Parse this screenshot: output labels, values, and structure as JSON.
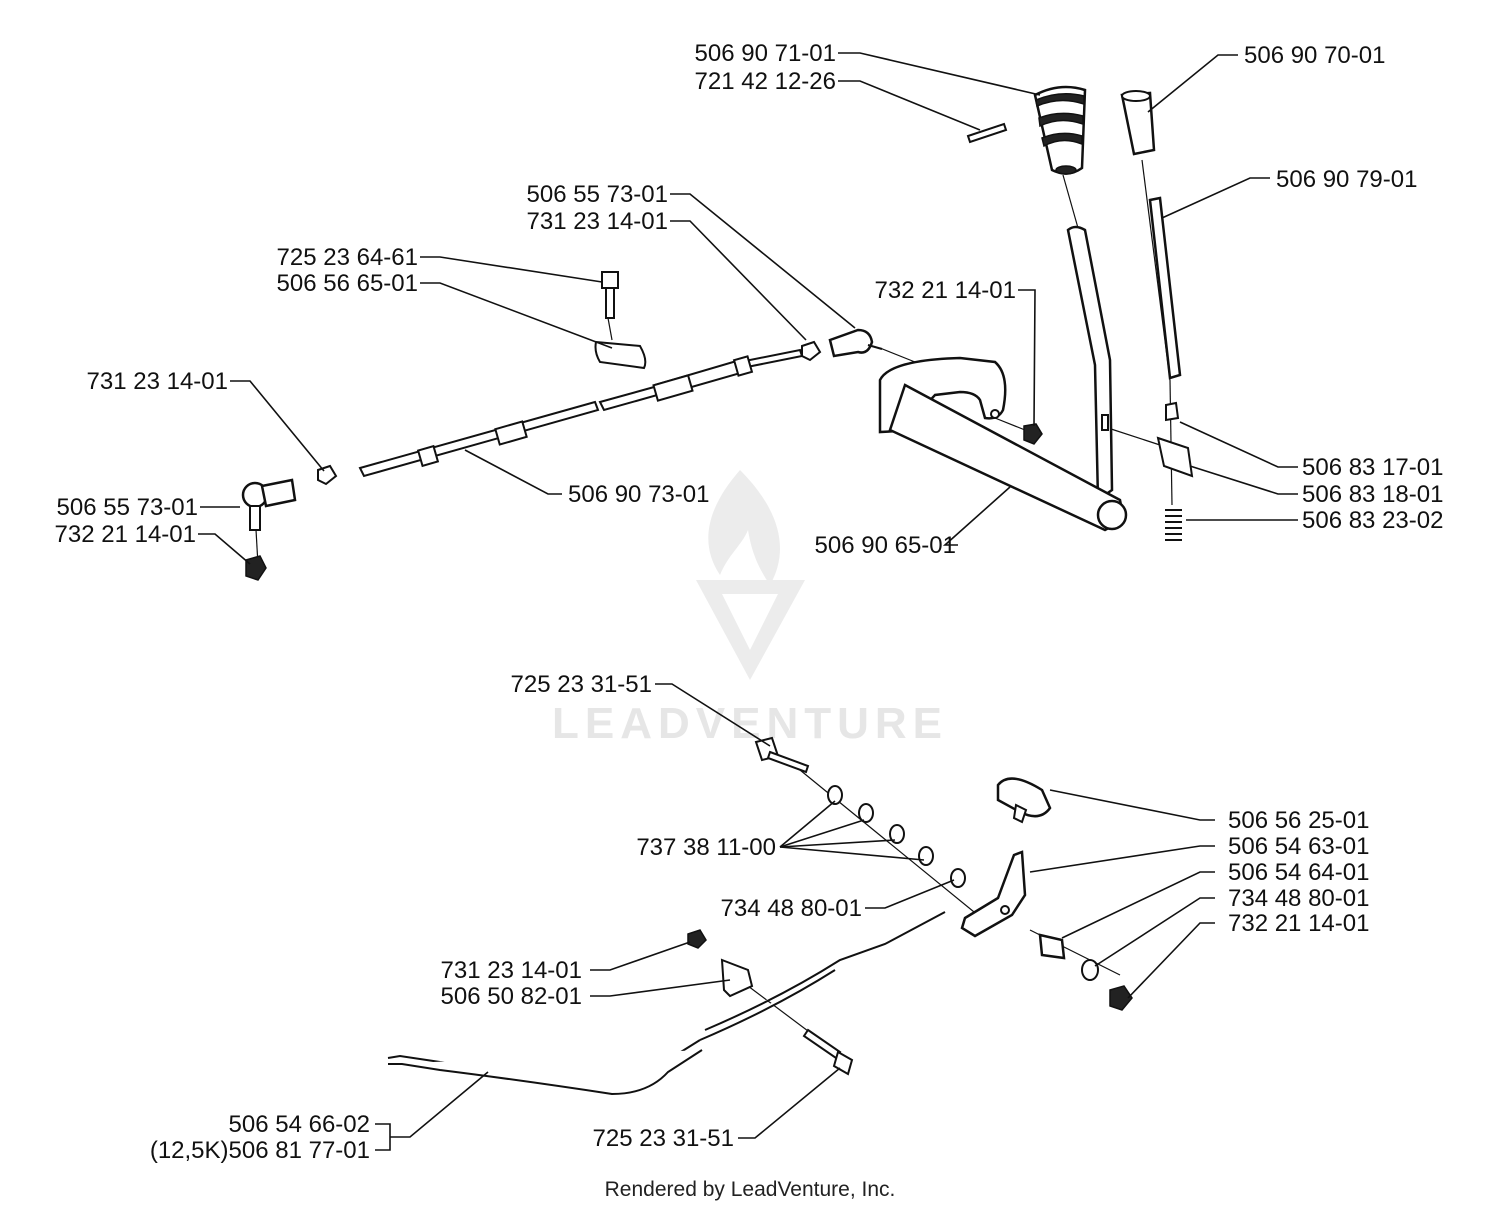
{
  "labels": {
    "l_506_90_71_01": "506 90 71-01",
    "l_721_42_12_26": "721 42 12-26",
    "l_506_90_70_01": "506 90 70-01",
    "l_506_90_79_01": "506 90 79-01",
    "l_506_55_73_01_top": "506 55 73-01",
    "l_731_23_14_01_top": "731 23 14-01",
    "l_725_23_64_61": "725 23 64-61",
    "l_506_56_65_01": "506 56 65-01",
    "l_732_21_14_01_top": "732 21 14-01",
    "l_731_23_14_01_left": "731 23 14-01",
    "l_506_55_73_01_left": "506 55 73-01",
    "l_732_21_14_01_left": "732 21 14-01",
    "l_506_90_73_01": "506 90 73-01",
    "l_506_90_65_01": "506 90 65-01",
    "l_506_83_17_01": "506 83 17-01",
    "l_506_83_18_01": "506 83 18-01",
    "l_506_83_23_02": "506 83 23-02",
    "l_725_23_31_51_top": "725 23 31-51",
    "l_737_38_11_00": "737 38 11-00",
    "l_734_48_80_01_mid": "734 48 80-01",
    "l_506_56_25_01": "506 56 25-01",
    "l_506_54_63_01": "506 54 63-01",
    "l_506_54_64_01": "506 54 64-01",
    "l_734_48_80_01_right": "734 48 80-01",
    "l_732_21_14_01_right": "732 21 14-01",
    "l_731_23_14_01_bottom": "731 23 14-01",
    "l_506_50_82_01": "506 50 82-01",
    "l_506_54_66_02": "506 54 66-02",
    "l_12_5k_506_81_77_01": "(12,5K)506 81 77-01",
    "l_725_23_31_51_bottom": "725 23 31-51"
  },
  "watermark": "LEADVENTURE",
  "footer": "Rendered by LeadVenture, Inc.",
  "colors": {
    "ink": "#111111",
    "watermark": "#e6e6e6",
    "background": "#ffffff"
  },
  "icons": {
    "watermark_logo": "flame-v-logo"
  }
}
